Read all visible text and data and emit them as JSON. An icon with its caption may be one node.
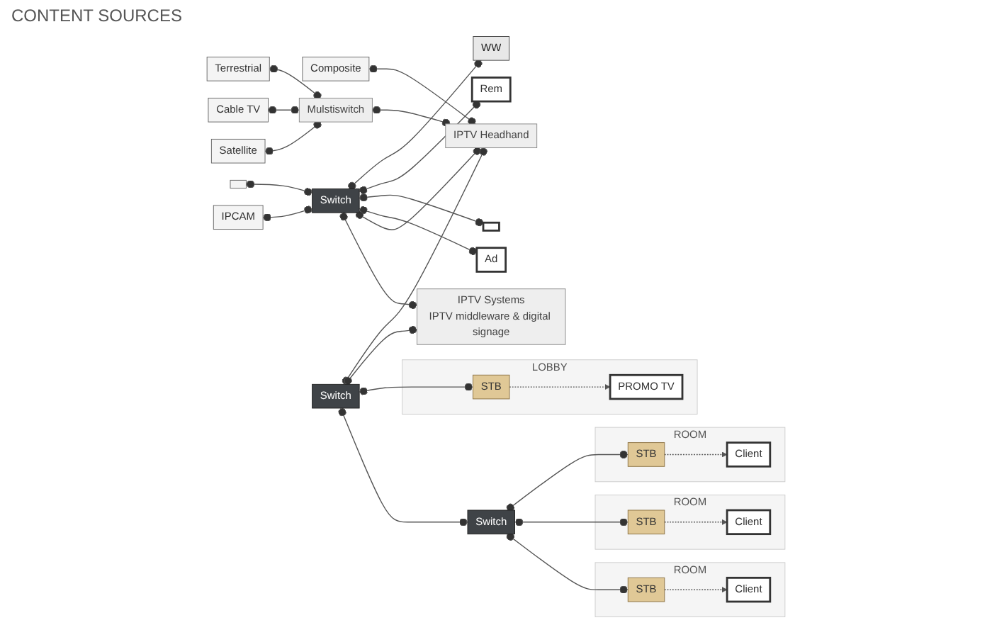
{
  "diagram": {
    "nodes": [
      {
        "text": [
          "Composite"
        ]
      },
      {
        "text": [
          "Terrestrial"
        ]
      },
      {
        "text": [
          "Cable TV"
        ]
      },
      {
        "text": [
          "Satellite"
        ]
      },
      {
        "text": [],
        "shape": "box"
      },
      {
        "text": [
          "IPCAM"
        ]
      },
      {
        "text": [
          "WW"
        ]
      },
      {
        "text": [
          "Mulstiswitch"
        ]
      },
      {
        "text": [
          "Switch"
        ]
      },
      {
        "text": [
          "IPTV Headhand"
        ]
      },
      {
        "text": [
          "IPTV Systems",
          "IPTV middleware & digital signage"
        ]
      },
      {
        "text": [
          "Switch"
        ]
      },
      {
        "text": [
          "Rem"
        ]
      },
      {
        "text": [],
        "shape": "box"
      },
      {
        "text": [
          "Switch"
        ]
      },
      {
        "text": [
          "LOBBY"
        ]
      },
      {
        "text": [
          "STB"
        ],
        "in": 15
      },
      {
        "text": [
          "PROMO TV"
        ],
        "in": 15
      },
      {
        "text": [
          "ROOM"
        ]
      },
      {
        "text": [
          "STB"
        ],
        "in": 18
      },
      {
        "text": [
          "Client"
        ],
        "in": 18
      },
      {
        "text": [
          "ROOM"
        ]
      },
      {
        "text": [
          "STB"
        ],
        "in": 21
      },
      {
        "text": [
          "Client"
        ],
        "in": 21
      },
      {
        "text": [
          "ROOM"
        ]
      },
      {
        "text": [
          "STB"
        ],
        "in": 24
      },
      {
        "text": [
          "Client"
        ],
        "in": 24
      },
      {
        "text": [
          "Ad"
        ]
      }
    ],
    "edges": [
      {
        "from": 0,
        "to": 9,
        "arrow": "other"
      },
      {
        "from": 1,
        "to": 7,
        "arrow": "other"
      },
      {
        "from": 2,
        "to": 7,
        "arrow": "other"
      },
      {
        "from": 3,
        "to": 7,
        "arrow": "other"
      },
      {
        "from": 7,
        "to": 9,
        "arrow": "other"
      },
      {
        "from": 4,
        "to": 8,
        "arrow": "other"
      },
      {
        "from": 5,
        "to": 8,
        "arrow": "other"
      },
      {
        "from": 8,
        "to": 6,
        "arrow": "other"
      },
      {
        "from": 8,
        "to": 12,
        "arrow": "other"
      },
      {
        "from": 8,
        "to": 13,
        "arrow": "other"
      },
      {
        "from": 8,
        "to": 27,
        "arrow": "other"
      },
      {
        "from": 8,
        "to": 9,
        "arrow": "other"
      },
      {
        "from": 8,
        "to": 10,
        "arrow": "other"
      },
      {
        "from": 11,
        "to": 9,
        "arrow": "other"
      },
      {
        "from": 11,
        "to": 10,
        "arrow": "other"
      },
      {
        "from": 11,
        "to": 16,
        "arrow": "other"
      },
      {
        "from": 11,
        "to": 14,
        "arrow": "other"
      },
      {
        "from": 14,
        "to": 19,
        "arrow": "other"
      },
      {
        "from": 14,
        "to": 22,
        "arrow": "other"
      },
      {
        "from": 14,
        "to": 25,
        "arrow": "other"
      },
      {
        "from": 16,
        "to": 17,
        "arrow": "to",
        "style": "dashed"
      },
      {
        "from": 19,
        "to": 20,
        "arrow": "to",
        "style": "dashed"
      },
      {
        "from": 22,
        "to": 23,
        "arrow": "to",
        "style": "dashed"
      },
      {
        "from": 25,
        "to": 26,
        "arrow": "to",
        "style": "dashed"
      }
    ],
    "labels": [
      "CONTENT SOURCES"
    ]
  }
}
